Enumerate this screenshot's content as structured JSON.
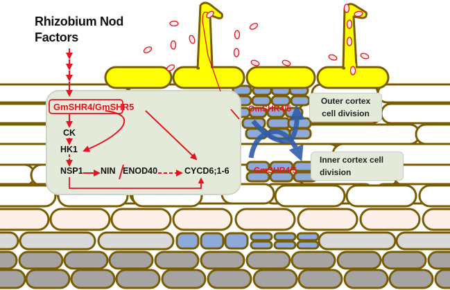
{
  "title": {
    "line1": "Rhizobium Nod",
    "line2": "Factors"
  },
  "pathway": {
    "receptor": "GmSHR4/GmSHR5",
    "nodes": [
      "CK",
      "HK1",
      "NSP1",
      "NIN",
      "ENOD40",
      "CYCD6;1-6"
    ]
  },
  "cortex": {
    "outer_label": "GmSHR4/5",
    "inner_label": "GmSHR4/5",
    "outer_box": [
      "Outer cortex",
      "cell division"
    ],
    "inner_box": [
      "Inner cortex cell",
      "division"
    ]
  },
  "colors": {
    "arrow_red": "#e2141f",
    "root_hair_yellow": "#ffff00",
    "cell_outline": "#7a5c00",
    "dividing_cell_blue": "#8eaadb",
    "pathway_panel": "#e4ead9",
    "curved_arrow_blue": "#2f5ea8"
  }
}
